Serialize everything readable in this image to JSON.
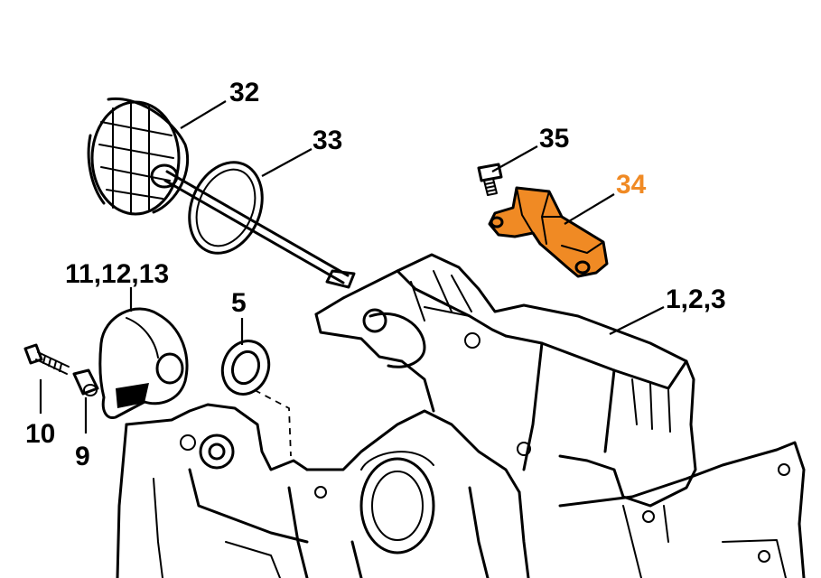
{
  "colors": {
    "line": "#000000",
    "highlight": "#f08a24",
    "background": "#ffffff"
  },
  "labels": {
    "part_32": "32",
    "part_33": "33",
    "part_35": "35",
    "part_34": "34",
    "part_1_2_3": "1,2,3",
    "part_11_12_13": "11,12,13",
    "part_5": "5",
    "part_10": "10",
    "part_9": "9"
  },
  "highlighted_part": "34"
}
